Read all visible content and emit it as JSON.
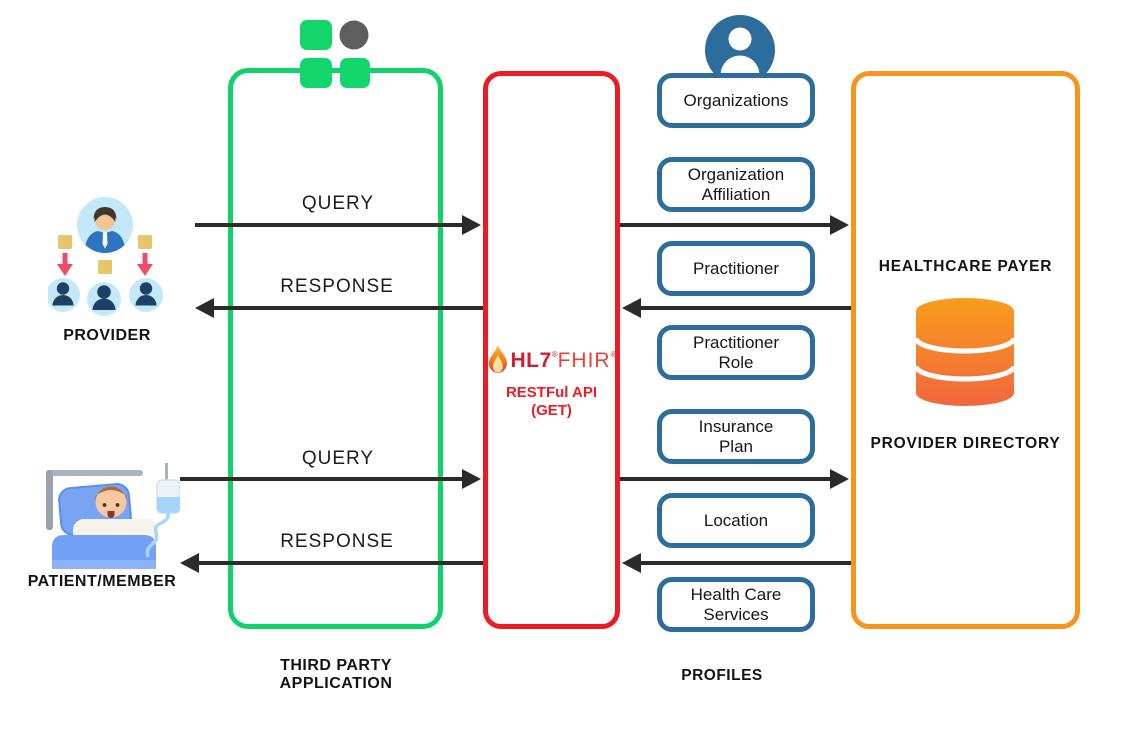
{
  "colors": {
    "app_green": "#0fd36a",
    "api_red": "#ed1c24",
    "payer_orange": "#f7941d",
    "profile_blue": "#2d6d9c",
    "arrow_black": "#2b2b2b",
    "db_gradient_top": "#f99d1c",
    "db_gradient_bottom": "#f1663f"
  },
  "actors": {
    "provider_label": "PROVIDER",
    "patient_label": "PATIENT/MEMBER"
  },
  "third_party_app": {
    "label_line1": "THIRD PARTY",
    "label_line2": "APPLICATION"
  },
  "api": {
    "brand_hl7": "HL7",
    "brand_fhir": "FHIR",
    "registered": "®",
    "line1": "RESTFul API",
    "line2": "(GET)"
  },
  "profiles": {
    "caption": "PROFILES",
    "items": [
      "Organizations",
      "Organization\nAffiliation",
      "Practitioner",
      "Practitioner\nRole",
      "Insurance\nPlan",
      "Location",
      "Health Care\nServices"
    ]
  },
  "payer": {
    "title": "HEALTHCARE PAYER",
    "subtitle": "PROVIDER DIRECTORY"
  },
  "flows": {
    "query_label": "QUERY",
    "response_label": "RESPONSE"
  }
}
